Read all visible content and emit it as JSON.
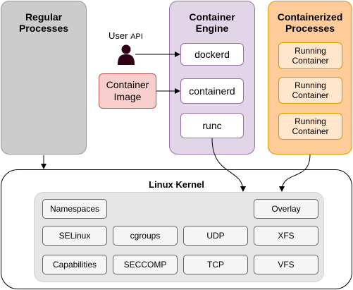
{
  "columns": {
    "regular": {
      "title": "Regular\nProcesses"
    },
    "engine": {
      "title": "Container\nEngine",
      "components": [
        "dockerd",
        "containerd",
        "runc"
      ]
    },
    "containerized": {
      "title": "Containerized\nProcesses",
      "containers": [
        "Running\nContainer",
        "Running\nContainer",
        "Running\nContainer"
      ]
    }
  },
  "user_api": {
    "word": "User",
    "api": "API",
    "icon": "user-icon"
  },
  "container_image": {
    "label": "Container\nImage"
  },
  "kernel": {
    "title": "Linux Kernel",
    "features": [
      "Namespaces",
      "Overlay",
      "SELinux",
      "cgroups",
      "UDP",
      "XFS",
      "Capabilities",
      "SECCOMP",
      "TCP",
      "VFS"
    ]
  },
  "colors": {
    "regular_fill": "#cccccc",
    "regular_stroke": "#999999",
    "engine_fill": "#e1d5e7",
    "engine_stroke": "#9673a6",
    "containerized_fill": "#ffcc99",
    "containerized_stroke": "#d79b00",
    "running_fill": "#ffe6cc",
    "image_fill": "#f8cecc",
    "image_stroke": "#b85450",
    "user_icon": "#33001a",
    "kernel_inner_fill": "#e6e6e6"
  }
}
